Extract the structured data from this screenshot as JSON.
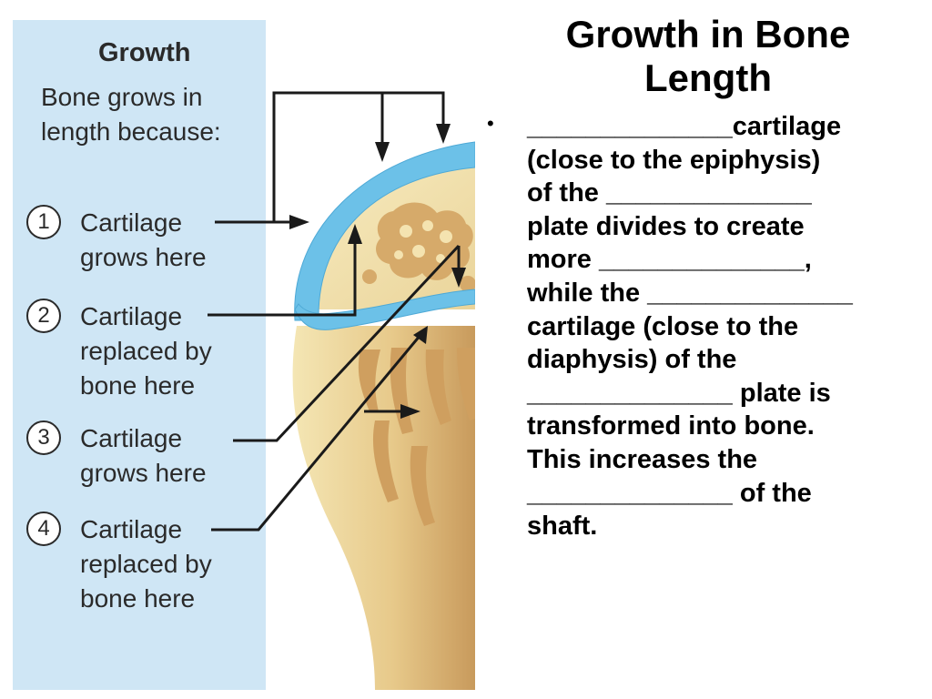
{
  "slide": {
    "title": "Growth in Bone\nLength",
    "bullet_symbol": "•",
    "bullet_text": "______________cartilage\n(close to the epiphysis)\nof the ______________\nplate divides to create\nmore ______________,\nwhile the ______________\ncartilage (close to the\ndiaphysis) of the\n______________ plate is\ntransformed into bone.\nThis increases the\n______________ of the\nshaft."
  },
  "figure": {
    "legend": {
      "heading": "Growth",
      "intro": "Bone grows in length because:",
      "steps": [
        {
          "num": "1",
          "text": "Cartilage\ngrows here"
        },
        {
          "num": "2",
          "text": "Cartilage\nreplaced by\nbone here"
        },
        {
          "num": "3",
          "text": "Cartilage\ngrows here"
        },
        {
          "num": "4",
          "text": "Cartilage\nreplaced by\nbone here"
        }
      ]
    },
    "colors": {
      "legend_panel": "#cfe6f5",
      "cartilage": "#6cc1e8",
      "bone": "#f1dfa4",
      "spongy_bone": "#d6aa6a",
      "shaft_shadow": "#d9b77a",
      "lines": "#1a1a1a"
    }
  }
}
